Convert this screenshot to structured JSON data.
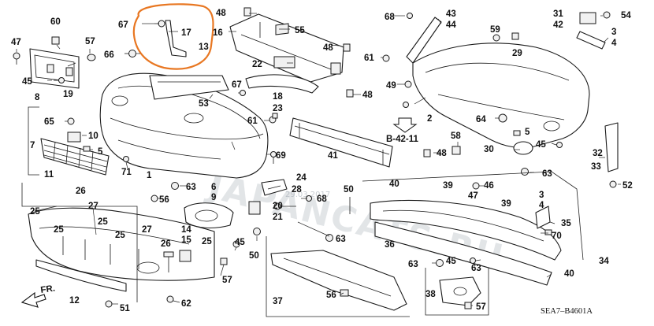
{
  "diagram": {
    "code": "SEA7–B4601A",
    "ref": "B-42-11",
    "arrow": "FR.",
    "watermark": "JAPANCATS.RU",
    "watermark_date": "29.03.2017",
    "highlight_color": "#e87722",
    "callouts": {
      "c1": "1",
      "c2": "2",
      "c3a": "3",
      "c3b": "3",
      "c4a": "4",
      "c4b": "4",
      "c5": "5",
      "c6": "6",
      "c7": "7",
      "c8": "8",
      "c9": "9",
      "c10": "10",
      "c11": "11",
      "c12": "12",
      "c13": "13",
      "c14": "14",
      "c15": "15",
      "c16": "16",
      "c17": "17",
      "c18": "18",
      "c19": "19",
      "c20": "20",
      "c21": "21",
      "c22": "22",
      "c23": "23",
      "c24": "24",
      "c25a": "25",
      "c25b": "25",
      "c25c": "25",
      "c25d": "25",
      "c25e": "25",
      "c26a": "26",
      "c26b": "26",
      "c27a": "27",
      "c27b": "27",
      "c28": "28",
      "c29": "29",
      "c30": "30",
      "c31": "31",
      "c32": "32",
      "c33": "33",
      "c34": "34",
      "c35": "35",
      "c36": "36",
      "c37": "37",
      "c38": "38",
      "c39a": "39",
      "c39b": "39",
      "c40a": "40",
      "c40b": "40",
      "c41": "41",
      "c42": "42",
      "c43": "43",
      "c44": "44",
      "c45a": "45",
      "c45b": "45",
      "c45c": "45",
      "c45d": "45",
      "c46": "46",
      "c47": "47",
      "c48a": "48",
      "c48b": "48",
      "c48c": "48",
      "c48d": "48",
      "c49": "49",
      "c50a": "50",
      "c50b": "50",
      "c51": "51",
      "c52": "52",
      "c53": "53",
      "c54": "54",
      "c55": "55",
      "c56a": "56",
      "c56b": "56",
      "c57a": "57",
      "c57b": "57",
      "c57c": "57",
      "c58": "58",
      "c59": "59",
      "c60": "60",
      "c61a": "61",
      "c61b": "61",
      "c62": "62",
      "c63a": "63",
      "c63b": "63",
      "c63c": "63",
      "c63d": "63",
      "c63e": "63",
      "c64": "64",
      "c65": "65",
      "c66": "66",
      "c67a": "67",
      "c67b": "67",
      "c68a": "68",
      "c68b": "68",
      "c69": "69",
      "c70": "70",
      "c71": "71"
    }
  }
}
